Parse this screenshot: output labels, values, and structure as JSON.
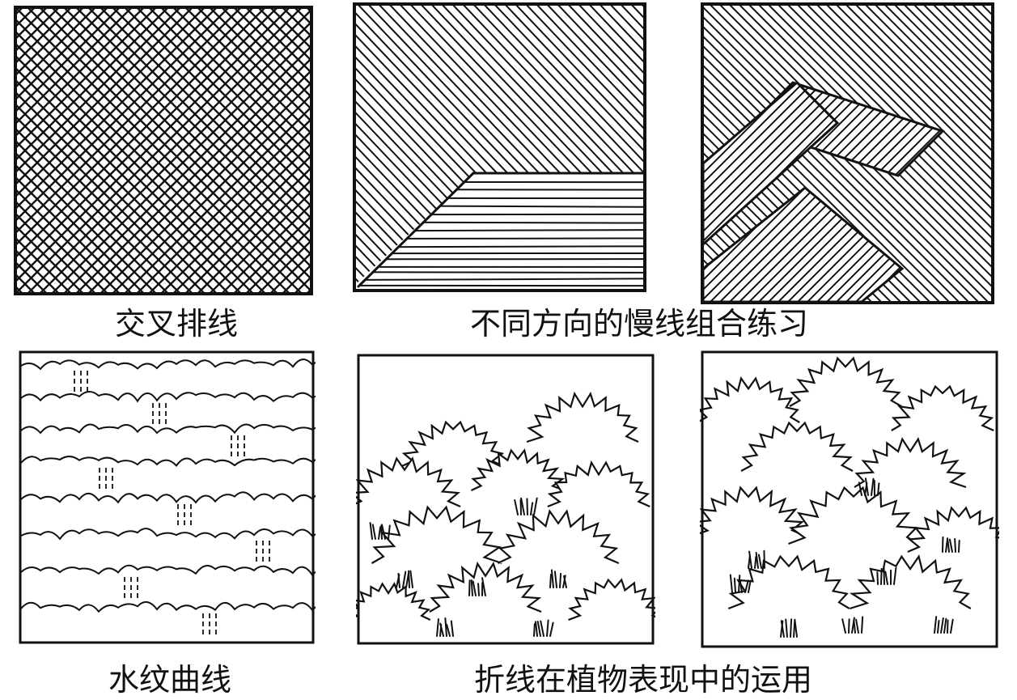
{
  "captions": {
    "cross_hatching": "交叉排线",
    "direction_combo": "不同方向的慢线组合练习",
    "water_curves": "水纹曲线",
    "zigzag_plants": "折线在植物表现中的运用"
  },
  "colors": {
    "ink": "#111111",
    "paper": "#ffffff"
  }
}
